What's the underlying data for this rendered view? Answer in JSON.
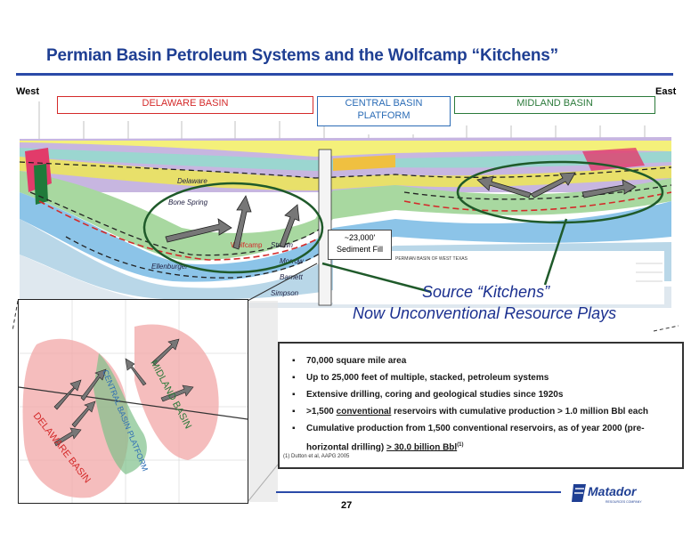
{
  "title": "Permian Basin Petroleum Systems and the Wolfcamp “Kitchens”",
  "cross_section": {
    "west": "West",
    "east": "East",
    "delaware_basin": "DELAWARE BASIN",
    "central_platform_line1": "CENTRAL BASIN",
    "central_platform_line2": "PLATFORM",
    "midland_basin": "MIDLAND BASIN",
    "units": [
      "Delaware",
      "Bone Spring",
      "Wolfcamp",
      "Strawn",
      "Morrow",
      "Barnett",
      "Ellenburger",
      "Simpson"
    ],
    "fill_line1": "~23,000'",
    "fill_line2": "Sediment Fill",
    "caption_small": "PERMIAN BASIN OF WEST TEXAS"
  },
  "source_line1": "Source “Kitchens”",
  "source_line2": "Now Unconventional Resource Plays",
  "map_labels": {
    "delaware": "DELAWARE BASIN",
    "central": "CENTRAL BASIN PLATFORM",
    "midland": "MIDLAND BASIN"
  },
  "bullets": {
    "b1": "70,000 square mile area",
    "b2": "Up to 25,000 feet of multiple, stacked, petroleum systems",
    "b3": "Extensive drilling, coring and geological studies since 1920s",
    "b4_pre": ">1,500 ",
    "b4_underline": "conventional",
    "b4_post": " reservoirs with cumulative production > 1.0 million Bbl each",
    "b5_line1": "Cumulative production from 1,500 conventional reservoirs, as of year 2000 (pre-",
    "b5_line2_pre": "horizontal drilling) ",
    "b5_line2_u": "> 30.0 billion Bbl",
    "b5_sup": "(1)"
  },
  "footnote": "(1) Dutton et al, AAPG 2005",
  "page_number": "27",
  "logo": {
    "name": "Matador",
    "sub": "RESOURCES COMPANY"
  },
  "colors": {
    "title": "#1f3f93",
    "rule": "#2a4aa8",
    "delaware_red": "#d42a2a",
    "platform_blue": "#2b6cb6",
    "midland_green": "#2b7a3a",
    "kitchen_green": "#1f5a2a"
  }
}
